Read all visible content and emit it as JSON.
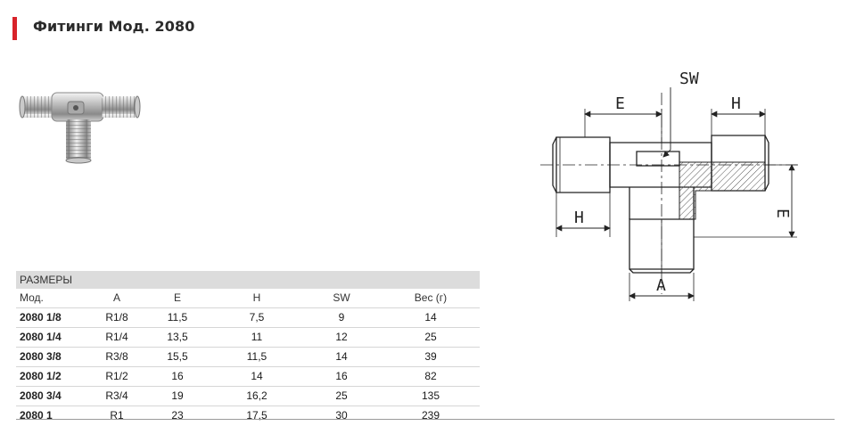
{
  "header": {
    "title": "Фитинги Мод. 2080",
    "accent_color": "#d8232a"
  },
  "product_image": {
    "icon": "tee-fitting-photo"
  },
  "drawing": {
    "labels": {
      "sw": "SW",
      "e_top": "E",
      "h_top": "H",
      "h_left": "H",
      "e_right": "E",
      "a_bottom": "A"
    }
  },
  "table": {
    "section_title": "РАЗМЕРЫ",
    "columns": [
      "Мод.",
      "A",
      "E",
      "H",
      "SW",
      "Вес (г)"
    ],
    "rows": [
      [
        "2080 1/8",
        "R1/8",
        "11,5",
        "7,5",
        "9",
        "14"
      ],
      [
        "2080 1/4",
        "R1/4",
        "13,5",
        "11",
        "12",
        "25"
      ],
      [
        "2080 3/8",
        "R3/8",
        "15,5",
        "11,5",
        "14",
        "39"
      ],
      [
        "2080 1/2",
        "R1/2",
        "16",
        "14",
        "16",
        "82"
      ],
      [
        "2080 3/4",
        "R3/4",
        "19",
        "16,2",
        "25",
        "135"
      ],
      [
        "2080 1",
        "R1",
        "23",
        "17,5",
        "30",
        "239"
      ]
    ]
  }
}
